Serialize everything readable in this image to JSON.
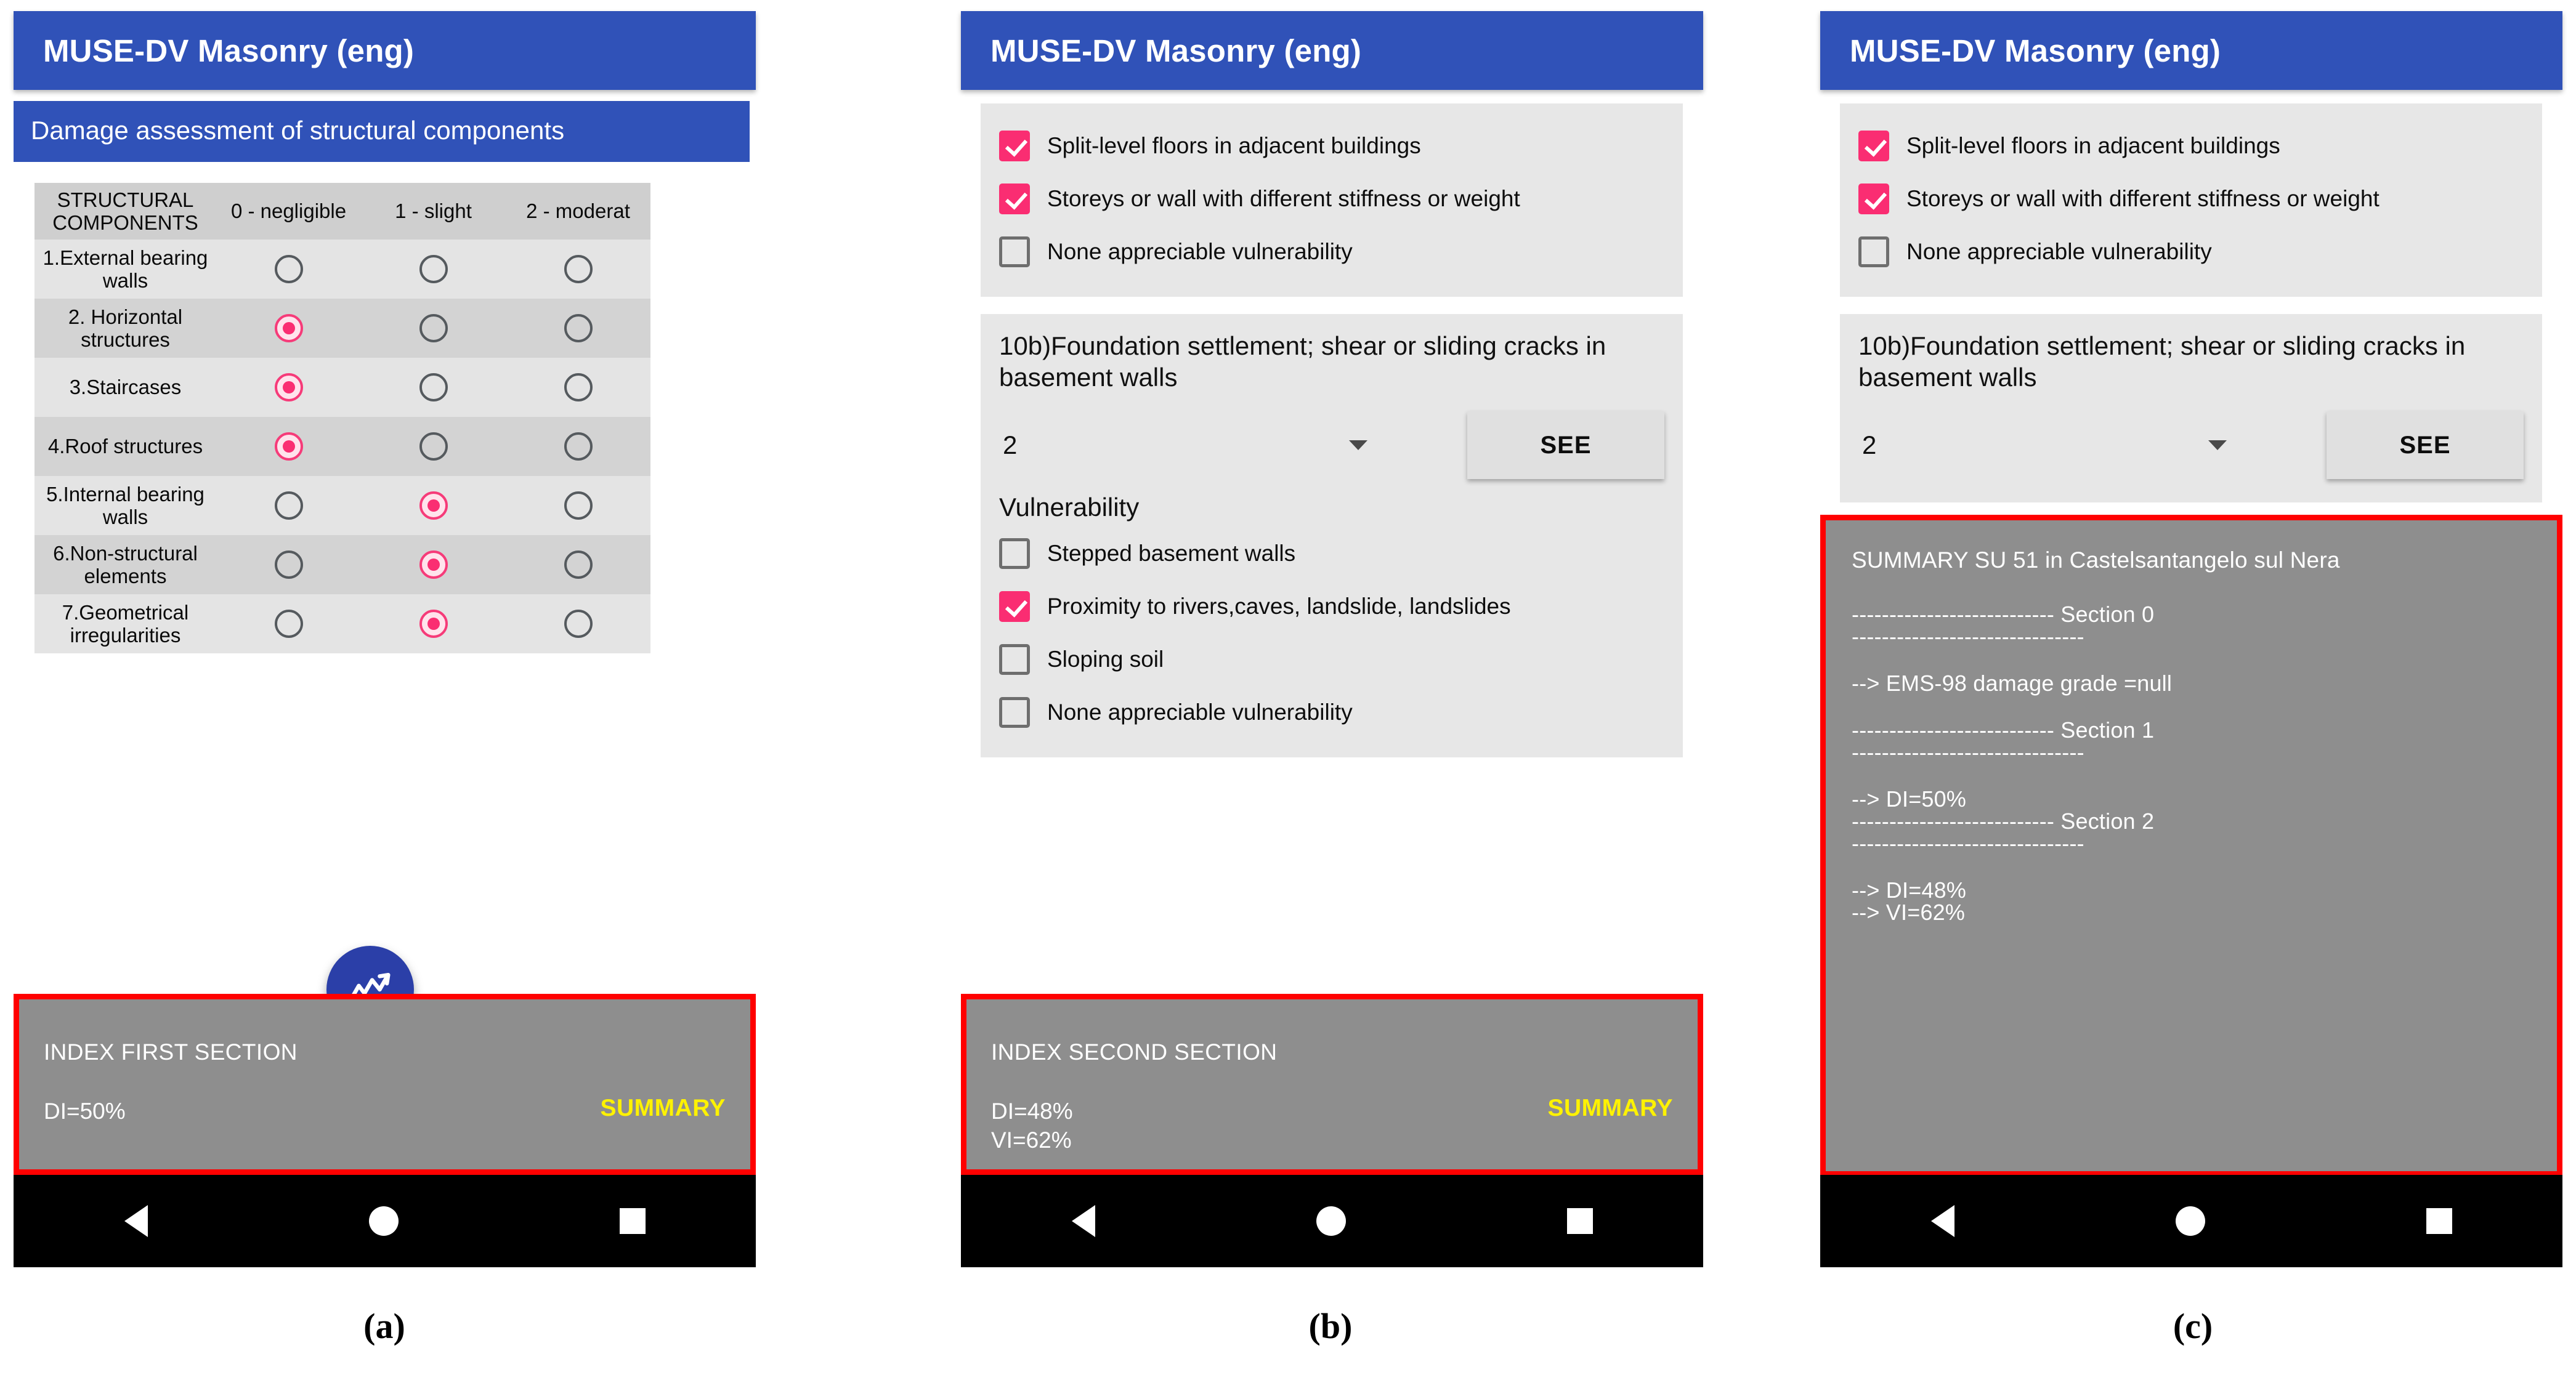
{
  "app": {
    "title": "MUSE-DV Masonry (eng)",
    "accent_blue": "#3052B8",
    "accent_pink": "#FA2D72",
    "highlight_red": "#FF0000",
    "summary_yellow": "#FFF200",
    "overlay_grey": "#8E8E8E"
  },
  "captions": {
    "a": "(a)",
    "b": "(b)",
    "c": "(c)"
  },
  "panel_a": {
    "section_banner": "Damage assessment of structural components",
    "table": {
      "headers": [
        "STRUCTURAL COMPONENTS",
        "0 - negligible",
        "1 - slight",
        "2 - moderat"
      ],
      "header_col0_line1": "STRUCTURAL",
      "header_col0_line2": "COMPONENTS",
      "rows": [
        {
          "name": "1.External bearing walls",
          "selected": -1
        },
        {
          "name": "2. Horizontal structures",
          "selected": 0
        },
        {
          "name": "3.Staircases",
          "selected": 0
        },
        {
          "name": "4.Roof structures",
          "selected": 0
        },
        {
          "name": "5.Internal bearing walls",
          "selected": 1
        },
        {
          "name": "6.Non-structural elements",
          "selected": 1
        },
        {
          "name": "7.Geometrical irregularities",
          "selected": 1
        }
      ]
    },
    "fab_icon": "trending-up-icon",
    "index_bar": {
      "label": "INDEX FIRST SECTION",
      "values": "DI=50%",
      "summary_button": "SUMMARY"
    }
  },
  "panel_b": {
    "checks_top": [
      {
        "label": "Split-level floors in adjacent buildings",
        "checked": true
      },
      {
        "label": "Storeys or wall with different stiffness or weight",
        "checked": true
      },
      {
        "label": "None appreciable vulnerability",
        "checked": false
      }
    ],
    "question": "10b)Foundation settlement; shear or sliding cracks in basement walls",
    "spinner_value": "2",
    "see_button": "SEE",
    "vulnerability_heading": "Vulnerability",
    "checks_vuln": [
      {
        "label": "Stepped basement walls",
        "checked": false
      },
      {
        "label": "Proximity to rivers,caves, landslide, landslides",
        "checked": true
      },
      {
        "label": "Sloping soil",
        "checked": false
      },
      {
        "label": "None appreciable vulnerability",
        "checked": false
      }
    ],
    "index_bar": {
      "label": "INDEX SECOND SECTION",
      "values": "DI=48%\nVI=62%",
      "summary_button": "SUMMARY"
    }
  },
  "panel_c": {
    "checks_top": [
      {
        "label": "Split-level floors in adjacent buildings",
        "checked": true
      },
      {
        "label": "Storeys or wall with different stiffness or weight",
        "checked": true
      },
      {
        "label": "None appreciable vulnerability",
        "checked": false
      }
    ],
    "question": "10b)Foundation settlement; shear or sliding cracks in basement walls",
    "spinner_value": "2",
    "see_button": "SEE",
    "summary": {
      "title": "SUMMARY SU 51 in Castelsantangelo sul Nera",
      "lines": [
        "--------------------------- Section 0",
        "-------------------------------",
        "",
        "--> EMS-98 damage grade =null",
        "",
        "--------------------------- Section 1",
        "-------------------------------",
        "",
        "--> DI=50%",
        "--------------------------- Section 2",
        "-------------------------------",
        "",
        "--> DI=48%",
        "--> VI=62%"
      ]
    }
  }
}
